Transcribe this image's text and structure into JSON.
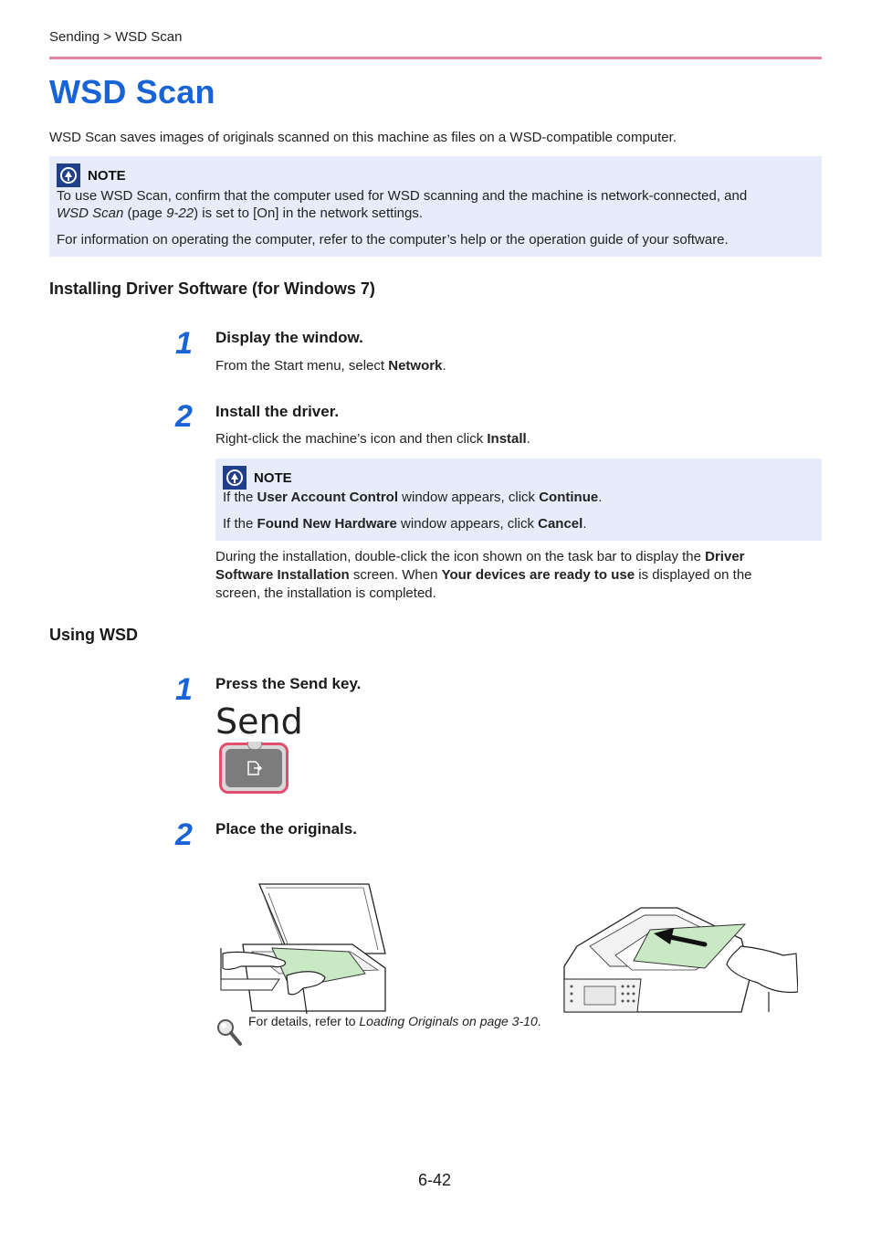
{
  "breadcrumb": "Sending > WSD Scan",
  "title": "WSD Scan",
  "intro": "WSD Scan saves images of originals scanned on this machine as files on a WSD-compatible computer.",
  "note1": {
    "label": "NOTE",
    "line1_a": "To use WSD Scan, confirm that the computer used for WSD scanning and the machine is network-connected, and",
    "line1_italic": "WSD Scan",
    "line1_b": " (page ",
    "line1_page": "9-22",
    "line1_c": ") is set to [On] in the network settings.",
    "line2": "For information on operating the computer, refer to the computer’s help or the operation guide of your software."
  },
  "section1": {
    "heading": "Installing Driver Software (for Windows 7)",
    "step1": {
      "num": "1",
      "title": "Display the window.",
      "body_a": "From the Start menu, select ",
      "body_bold": "Network",
      "body_b": "."
    },
    "step2": {
      "num": "2",
      "title": "Install the driver.",
      "body_a": "Right-click the machine’s icon and then click ",
      "body_bold": "Install",
      "body_b": ".",
      "note": {
        "label": "NOTE",
        "l1_a": "If the ",
        "l1_b": "User Account Control",
        "l1_c": " window appears, click ",
        "l1_d": "Continue",
        "l1_e": ".",
        "l2_a": "If the ",
        "l2_b": "Found New Hardware",
        "l2_c": " window appears, click ",
        "l2_d": "Cancel",
        "l2_e": "."
      },
      "after_a": "During the installation, double-click the icon shown on the task bar to display the ",
      "after_b": "Driver Software Installation",
      "after_c": " screen. When ",
      "after_d": "Your devices are ready to use",
      "after_e": " is displayed on the screen, the installation is completed."
    }
  },
  "section2": {
    "heading": "Using WSD",
    "step1": {
      "num": "1",
      "title": "Press the Send key.",
      "key_label": "Send"
    },
    "step2": {
      "num": "2",
      "title": "Place the originals."
    },
    "ref_a": "For details, refer to ",
    "ref_italic": "Loading Originals on page 3-10",
    "ref_b": "."
  },
  "page_number": "6-42",
  "colors": {
    "accent": "#1863d6",
    "rule": "#e8839f",
    "note_bg": "#e6ecfa",
    "original_green": "#c9e8c4"
  }
}
